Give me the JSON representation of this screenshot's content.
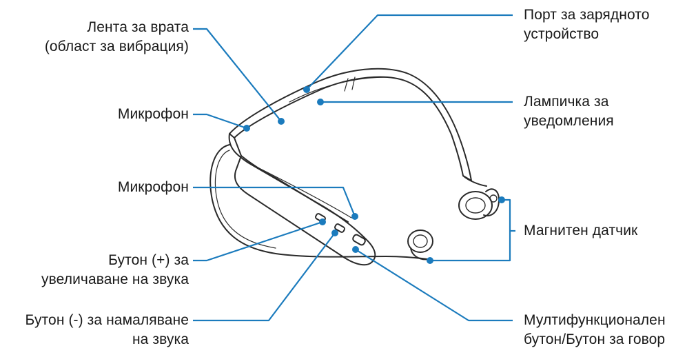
{
  "labels": {
    "neck_band": [
      "Лента за врата",
      "(област за вибрация)"
    ],
    "mic_top": [
      "Микрофон"
    ],
    "mic_mid": [
      "Микрофон"
    ],
    "vol_up": [
      "Бутон (+) за",
      "увеличаване на звука"
    ],
    "vol_down": [
      "Бутон (-) за намаляване",
      "на звука"
    ],
    "charge_port": [
      "Порт за зарядното",
      "устройство"
    ],
    "notif_light": [
      "Лампичка за",
      "уведомления"
    ],
    "magnet_sensor": [
      "Магнитен датчик"
    ],
    "multi_button": [
      "Мултифункционален",
      "бутон/Бутон за говор"
    ]
  },
  "colors": {
    "callout": "#1b7bbd",
    "outline": "#2a2a2a",
    "text": "#1a1a1a"
  }
}
